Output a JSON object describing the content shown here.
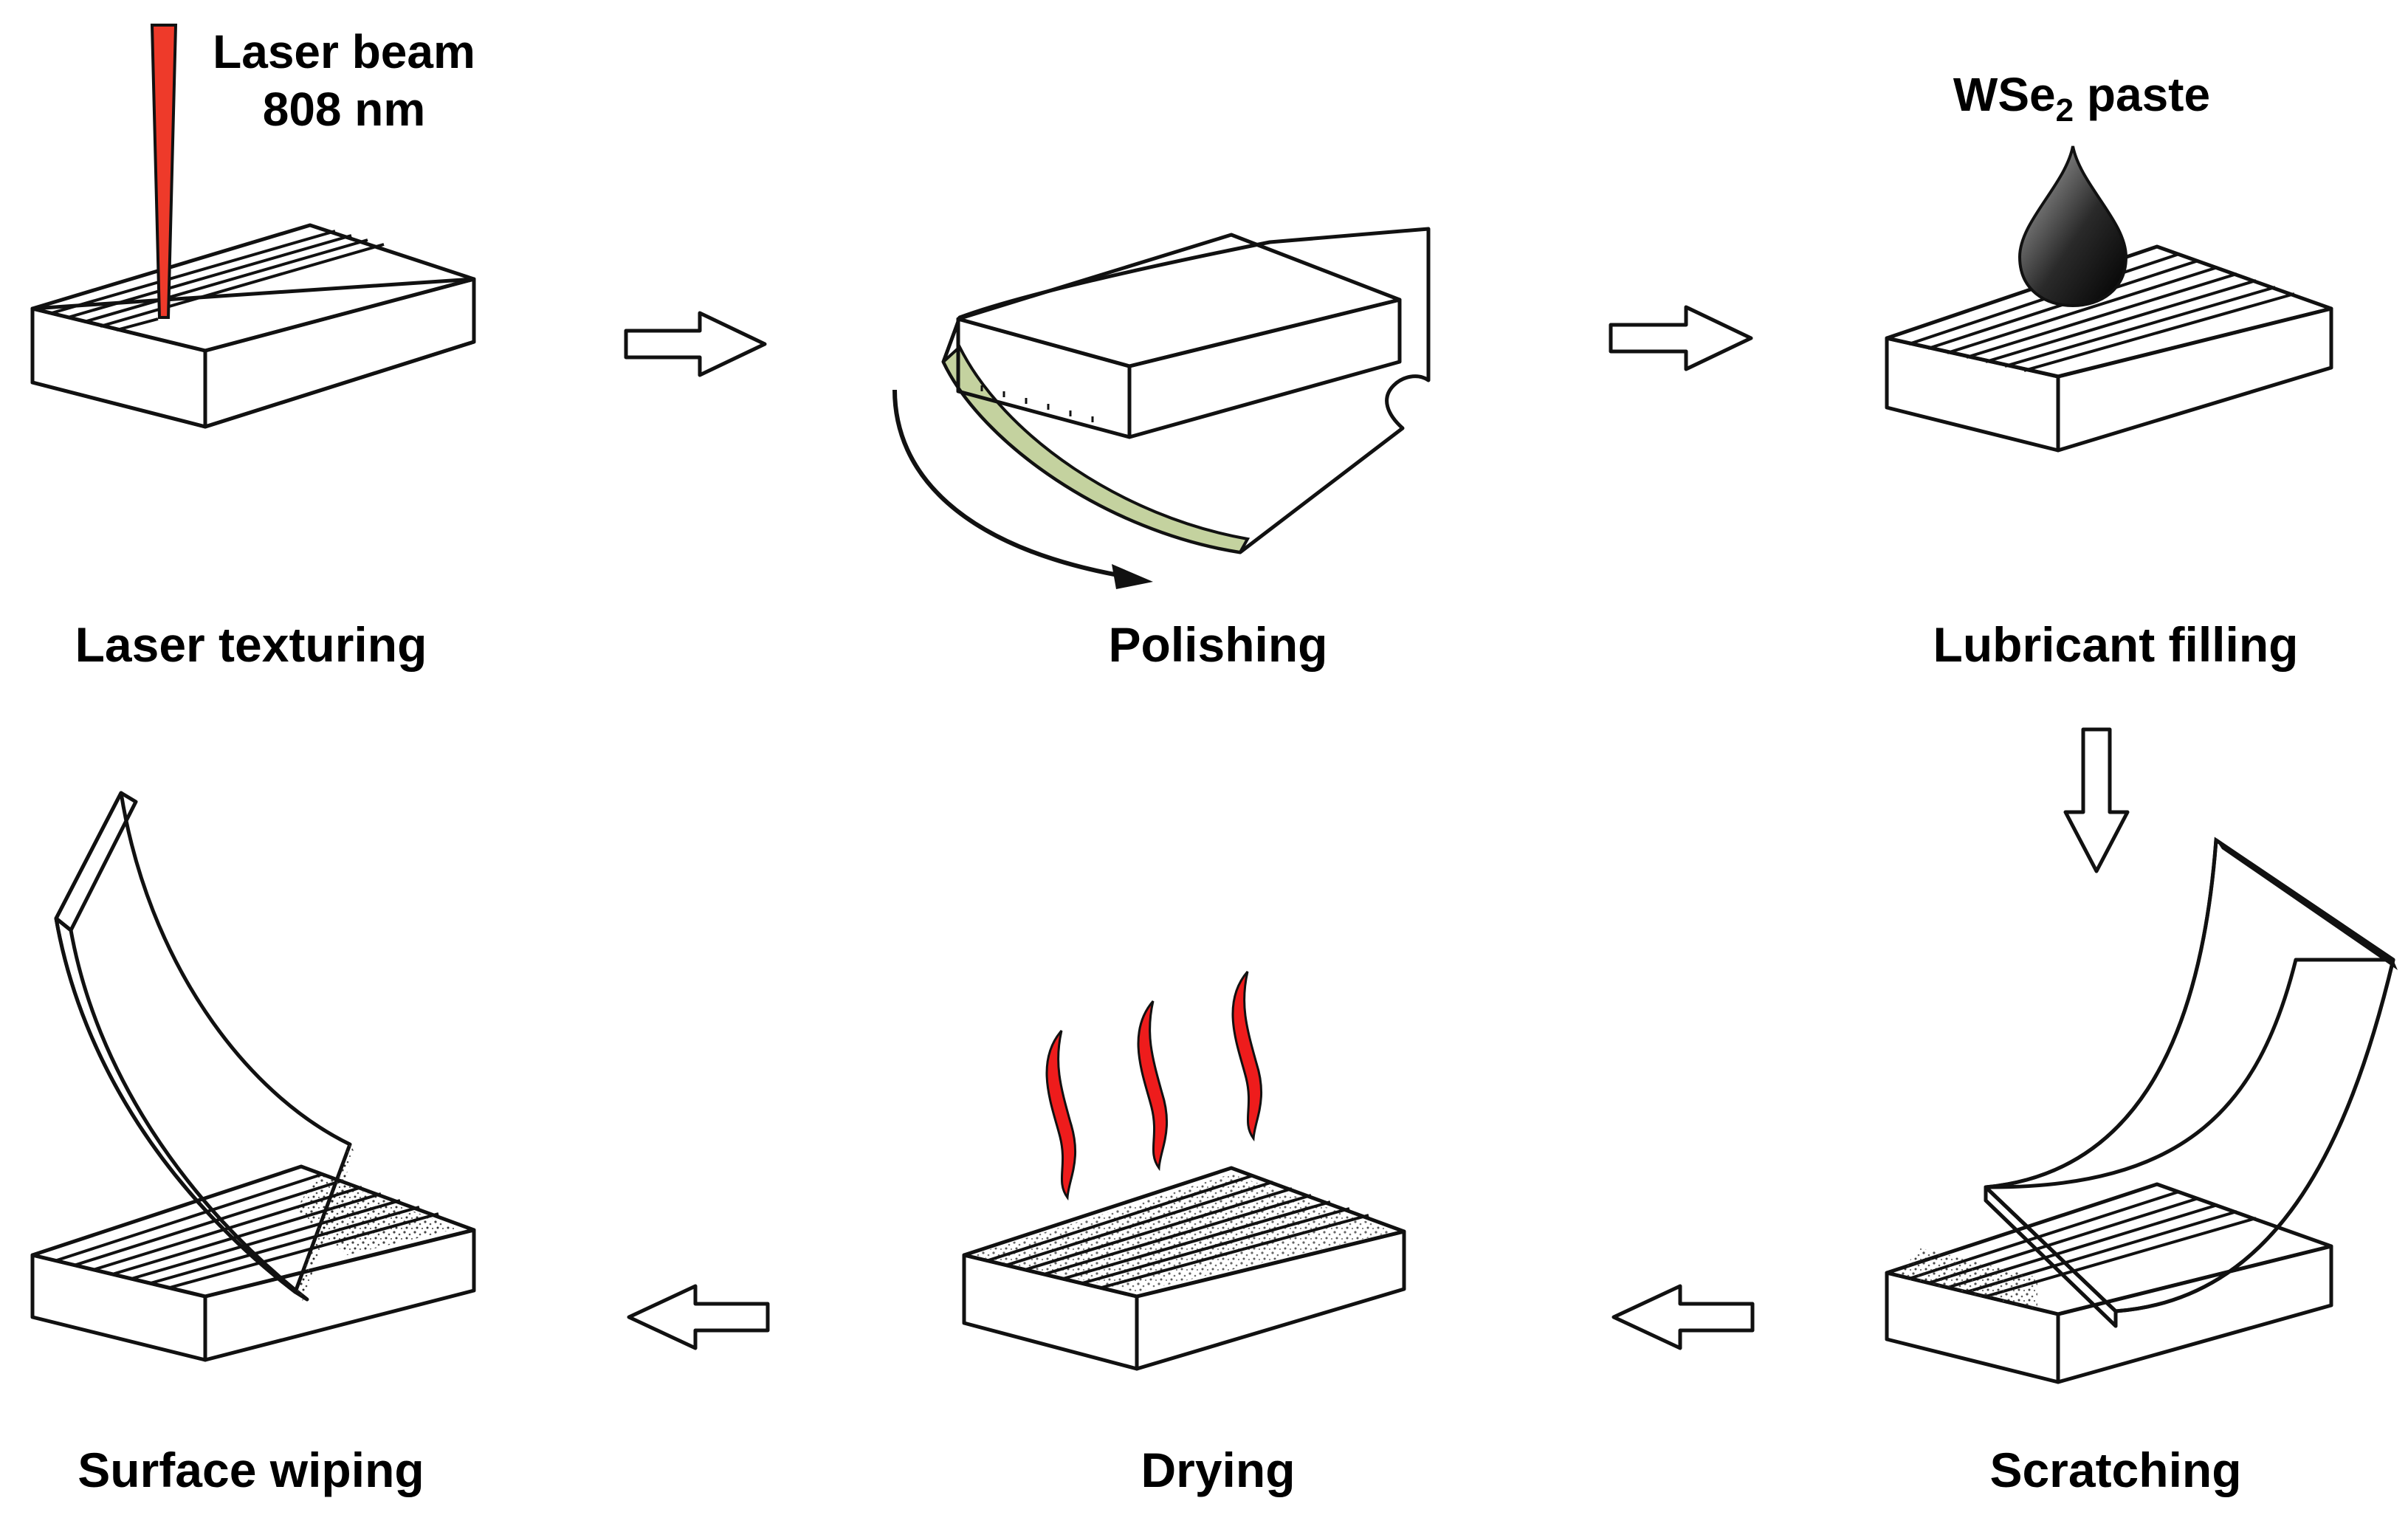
{
  "steps": {
    "laser_texturing": "Laser texturing",
    "polishing": "Polishing",
    "lubricant_filling": "Lubricant filling",
    "scratching": "Scratching",
    "drying": "Drying",
    "surface_wiping": "Surface wiping"
  },
  "annotations": {
    "laser_beam_line1": "Laser beam",
    "laser_beam_line2": "808 nm",
    "paste_prefix": "WSe",
    "paste_subscript": "2",
    "paste_suffix": " paste"
  },
  "colors": {
    "block_top": "#d4d4d2",
    "block_front": "#a9adaf",
    "block_side": "#c0c3c5",
    "polish_pad": "#d5e0b5",
    "laser_beam": "#ee3a2a",
    "heat_waves": "#ee1c1c",
    "scraper": "#c9a597"
  }
}
